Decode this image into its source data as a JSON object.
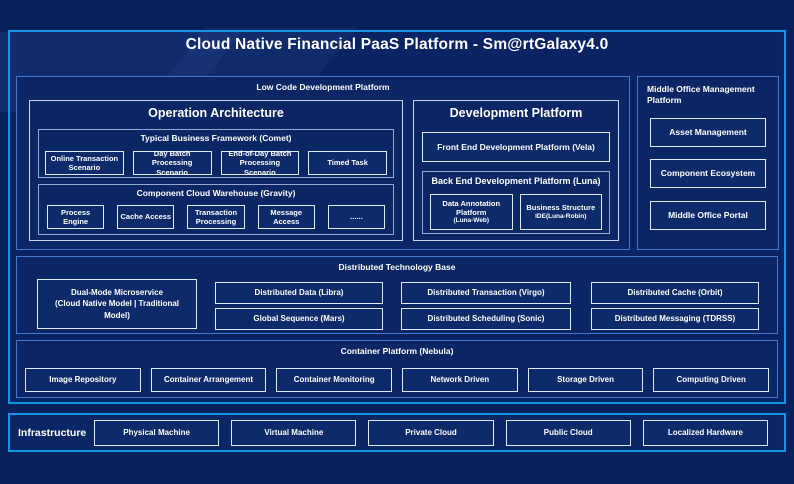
{
  "title": "Cloud Native Financial PaaS Platform - Sm@rtGalaxy4.0",
  "colors": {
    "page_background": "#07215C",
    "panel_background": "#0A2664",
    "bright_border": "#1793E6",
    "section_border": "#3F78CE",
    "box_border": "#E2E8F4",
    "text": "#FFFFFF"
  },
  "low_code": {
    "title": "Low Code Development Platform",
    "operation_architecture": {
      "title": "Operation Architecture",
      "comet": {
        "title": "Typical Business Framework (Comet)",
        "items": [
          "Online Transaction Scenario",
          "Day Batch Processing Scenario",
          "End-of-Day Batch Processing Scenario",
          "Timed Task"
        ]
      },
      "gravity": {
        "title": "Component Cloud Warehouse (Gravity)",
        "items": [
          "Process Engine",
          "Cache Access",
          "Transaction Processing",
          "Message Access",
          "......"
        ]
      }
    },
    "development_platform": {
      "title": "Development Platform",
      "front_end": "Front End Development Platform (Vela)",
      "back_end": {
        "title": "Back End Development Platform (Luna)",
        "items": [
          {
            "name": "Data Annotation Platform",
            "sub": "(Luna-Web)"
          },
          {
            "name": "Business Structure",
            "sub": "IDE(Luna-Robin)"
          }
        ]
      }
    }
  },
  "middle_office": {
    "title": "Middle Office Management Platform",
    "items": [
      "Asset Management",
      "Component Ecosystem",
      "Middle Office Portal"
    ]
  },
  "distributed": {
    "title": "Distributed Technology Base",
    "dual_mode": {
      "line1": "Dual-Mode Microservice",
      "line2": "(Cloud Native Model | Traditional Model)"
    },
    "row1": [
      "Distributed Data (Libra)",
      "Distributed Transaction (Virgo)",
      "Distributed Cache (Orbit)"
    ],
    "row2": [
      "Global Sequence (Mars)",
      "Distributed Scheduling (Sonic)",
      "Distributed Messaging (TDRSS)"
    ]
  },
  "container_platform": {
    "title": "Container Platform (Nebula)",
    "items": [
      "Image Repository",
      "Container Arrangement",
      "Container Monitoring",
      "Network Driven",
      "Storage Driven",
      "Computing Driven"
    ]
  },
  "infrastructure": {
    "label": "Infrastructure",
    "items": [
      "Physical Machine",
      "Virtual Machine",
      "Private Cloud",
      "Public Cloud",
      "Localized Hardware"
    ]
  }
}
